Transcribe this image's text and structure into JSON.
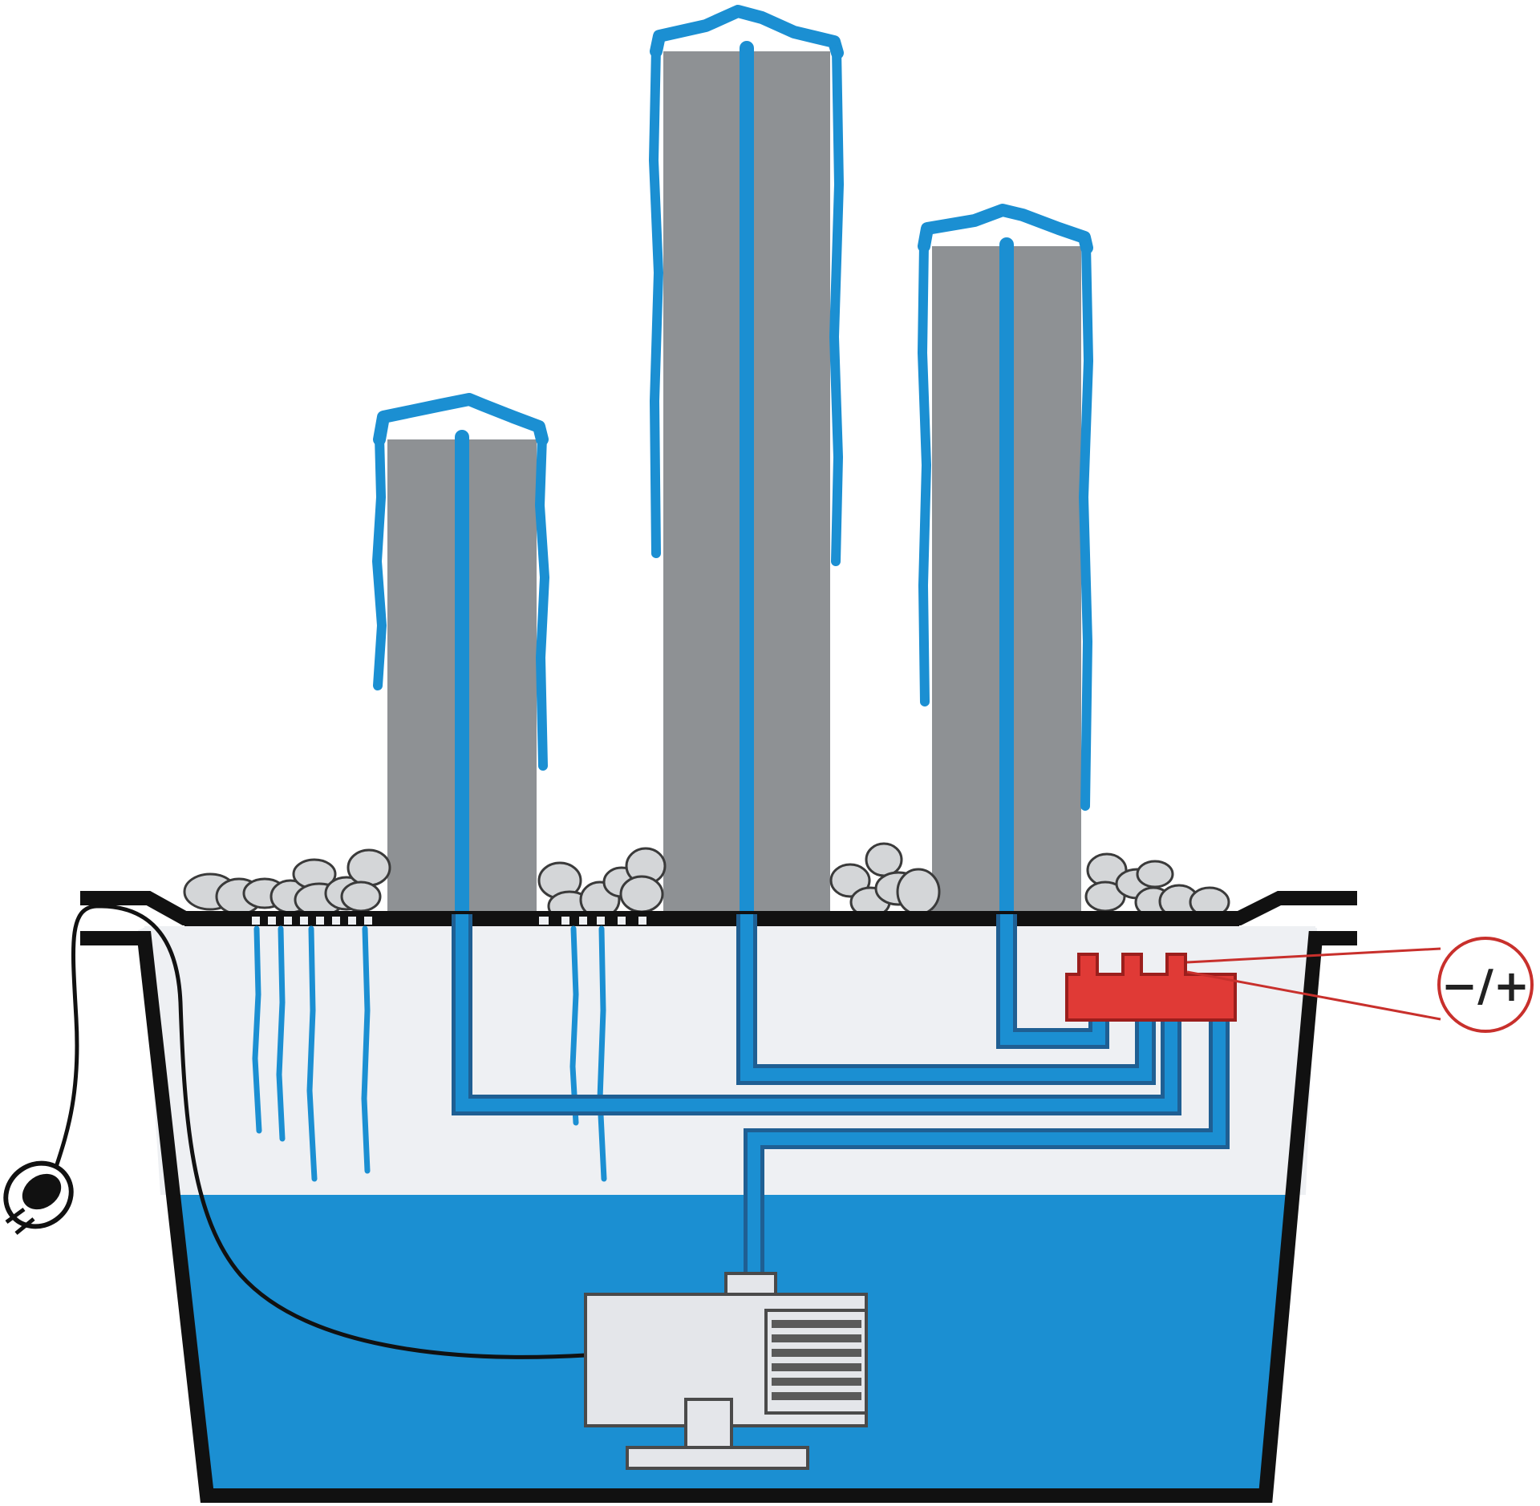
{
  "diagram": {
    "kind": "water-feature-cross-section",
    "colors": {
      "water": "#1b8fd2",
      "column": "#8e9194",
      "basin_outline": "#111111",
      "basin_interior": "#eef0f3",
      "stone_fill": "#d4d6d8",
      "valve": "#e03a36",
      "valve_outline": "#9b1e1c",
      "pump_body": "#e4e6ea",
      "cable": "#111111"
    },
    "columns": [
      {
        "id": "left",
        "height_rank": 3
      },
      {
        "id": "center",
        "height_rank": 1
      },
      {
        "id": "right",
        "height_rank": 2
      }
    ],
    "flow_control": {
      "label": "−/+",
      "icon": "minus-plus-icon"
    },
    "parts": [
      "stone-columns",
      "pebbles",
      "perforated-lid",
      "distribution-valve",
      "submersible-pump",
      "reservoir-water",
      "power-cable",
      "power-plug"
    ]
  }
}
